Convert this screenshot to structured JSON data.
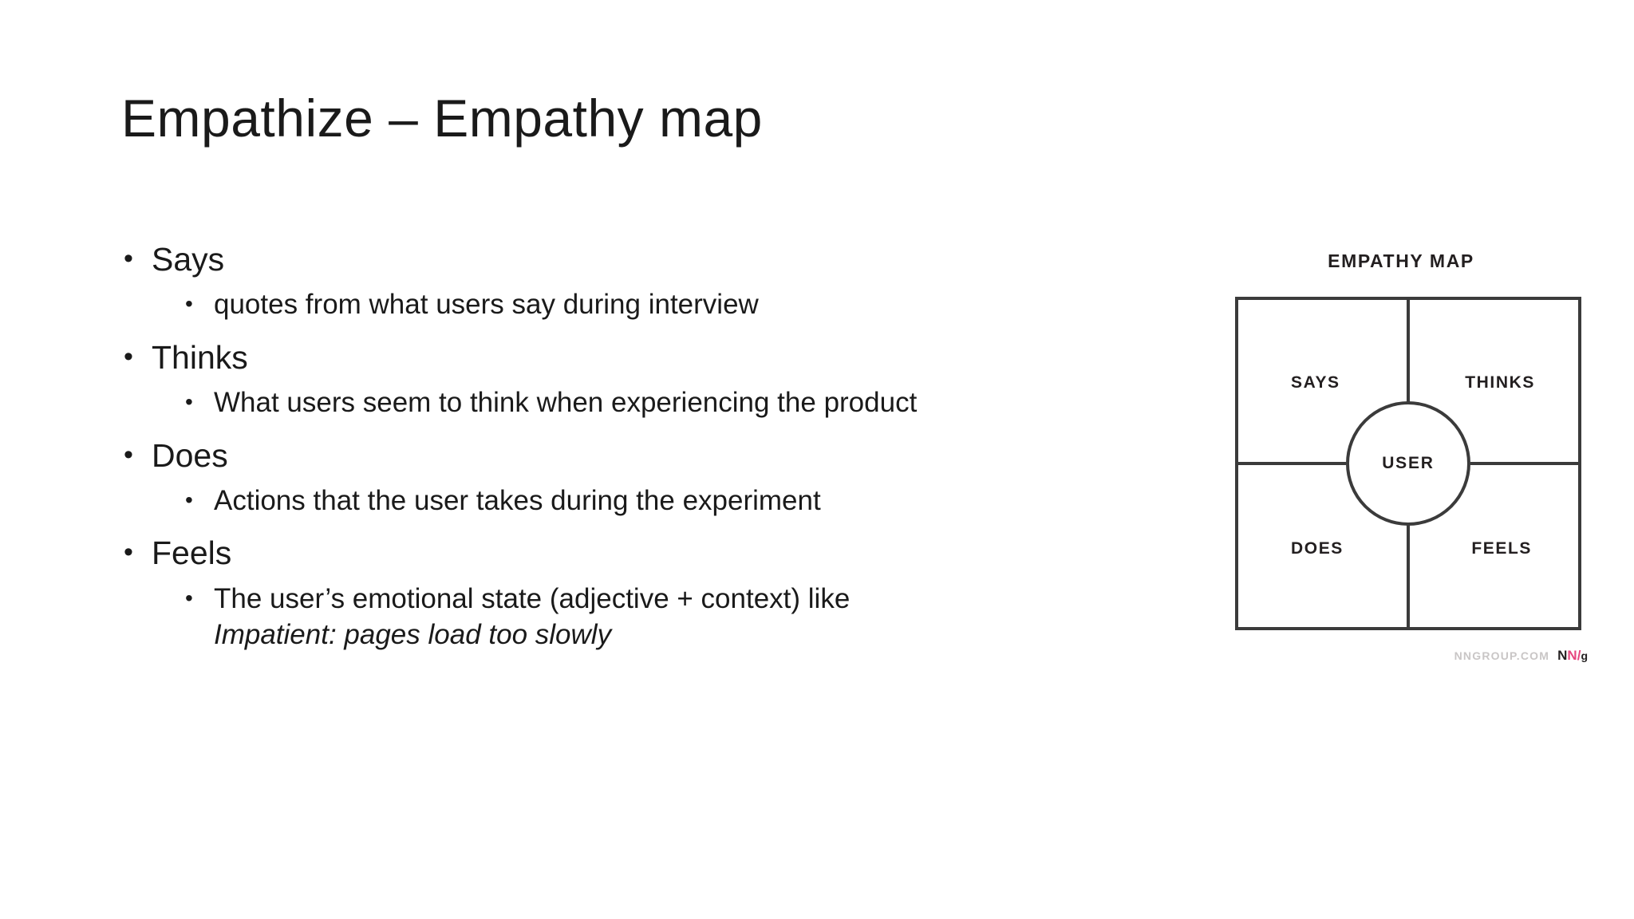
{
  "slide": {
    "title": "Empathize – Empathy map",
    "bullets": [
      {
        "label": "Says",
        "sub": [
          {
            "text": "quotes from what users say during interview",
            "italic_tail": ""
          }
        ]
      },
      {
        "label": "Thinks",
        "sub": [
          {
            "text": "What users seem to think when experiencing the product",
            "italic_tail": ""
          }
        ]
      },
      {
        "label": "Does",
        "sub": [
          {
            "text": "Actions that the user takes during the experiment",
            "italic_tail": ""
          }
        ]
      },
      {
        "label": "Feels",
        "sub": [
          {
            "text": "The user’s emotional state (adjective + context) like",
            "italic_tail": "Impatient: pages load too slowly"
          }
        ]
      }
    ]
  },
  "figure": {
    "title": "EMPATHY MAP",
    "center_label": "USER",
    "quadrants": {
      "top_left": "SAYS",
      "top_right": "THINKS",
      "bottom_left": "DOES",
      "bottom_right": "FEELS"
    },
    "footer": {
      "url": "NNGROUP.COM",
      "logo_nn1": "N",
      "logo_nn2": "N",
      "logo_slash": "/",
      "logo_g": "g"
    }
  },
  "colors": {
    "text": "#1a1a1a",
    "diagram_stroke": "#3b3b3b",
    "diagram_text": "#231f20",
    "footer_url": "#c9c6c6",
    "brand_pink": "#e7467f",
    "background": "#ffffff"
  }
}
